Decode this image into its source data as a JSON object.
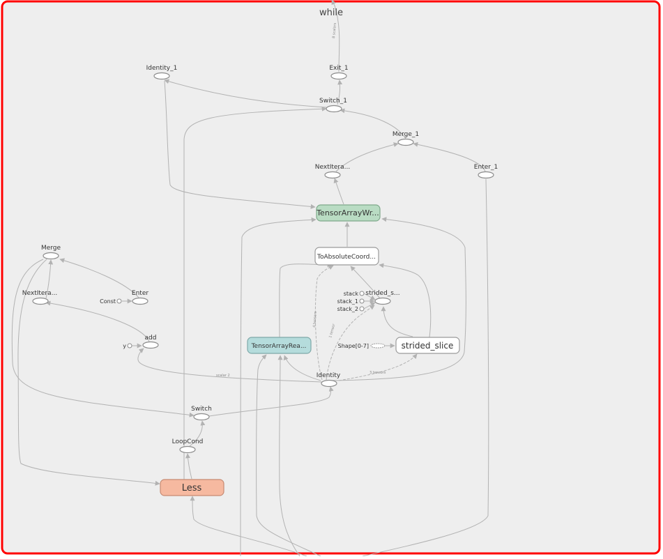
{
  "graph": {
    "title": "while",
    "nodes": {
      "identity_1": "Identity_1",
      "exit_1": "Exit_1",
      "switch_1": "Switch_1",
      "merge_1": "Merge_1",
      "nextiter_top": "NextItera...",
      "enter_1": "Enter_1",
      "tensorarraywrite": "TensorArrayWr...",
      "toabsolute": "ToAbsoluteCoord...",
      "merge": "Merge",
      "nextiter_left": "NextItera...",
      "enter": "Enter",
      "const": "Const",
      "add": "add",
      "y": "y",
      "stack": "stack",
      "stack_1": "stack_1",
      "stack_2": "stack_2",
      "strided_s": "strided_s...",
      "tensorarrayread": "TensorArrayRea...",
      "shape": "Shape[0-7]",
      "strided_slice": "strided_slice",
      "identity": "Identity",
      "switch": "Switch",
      "loopcond": "LoopCond",
      "less": "Less"
    },
    "colors": {
      "frame_border": "#ff0000",
      "background": "#eeeeee",
      "tensorarraywrite_fill": "#b9dcc3",
      "tensorarrayread_fill": "#b5dcdc",
      "less_fill": "#f6b9a0"
    }
  }
}
